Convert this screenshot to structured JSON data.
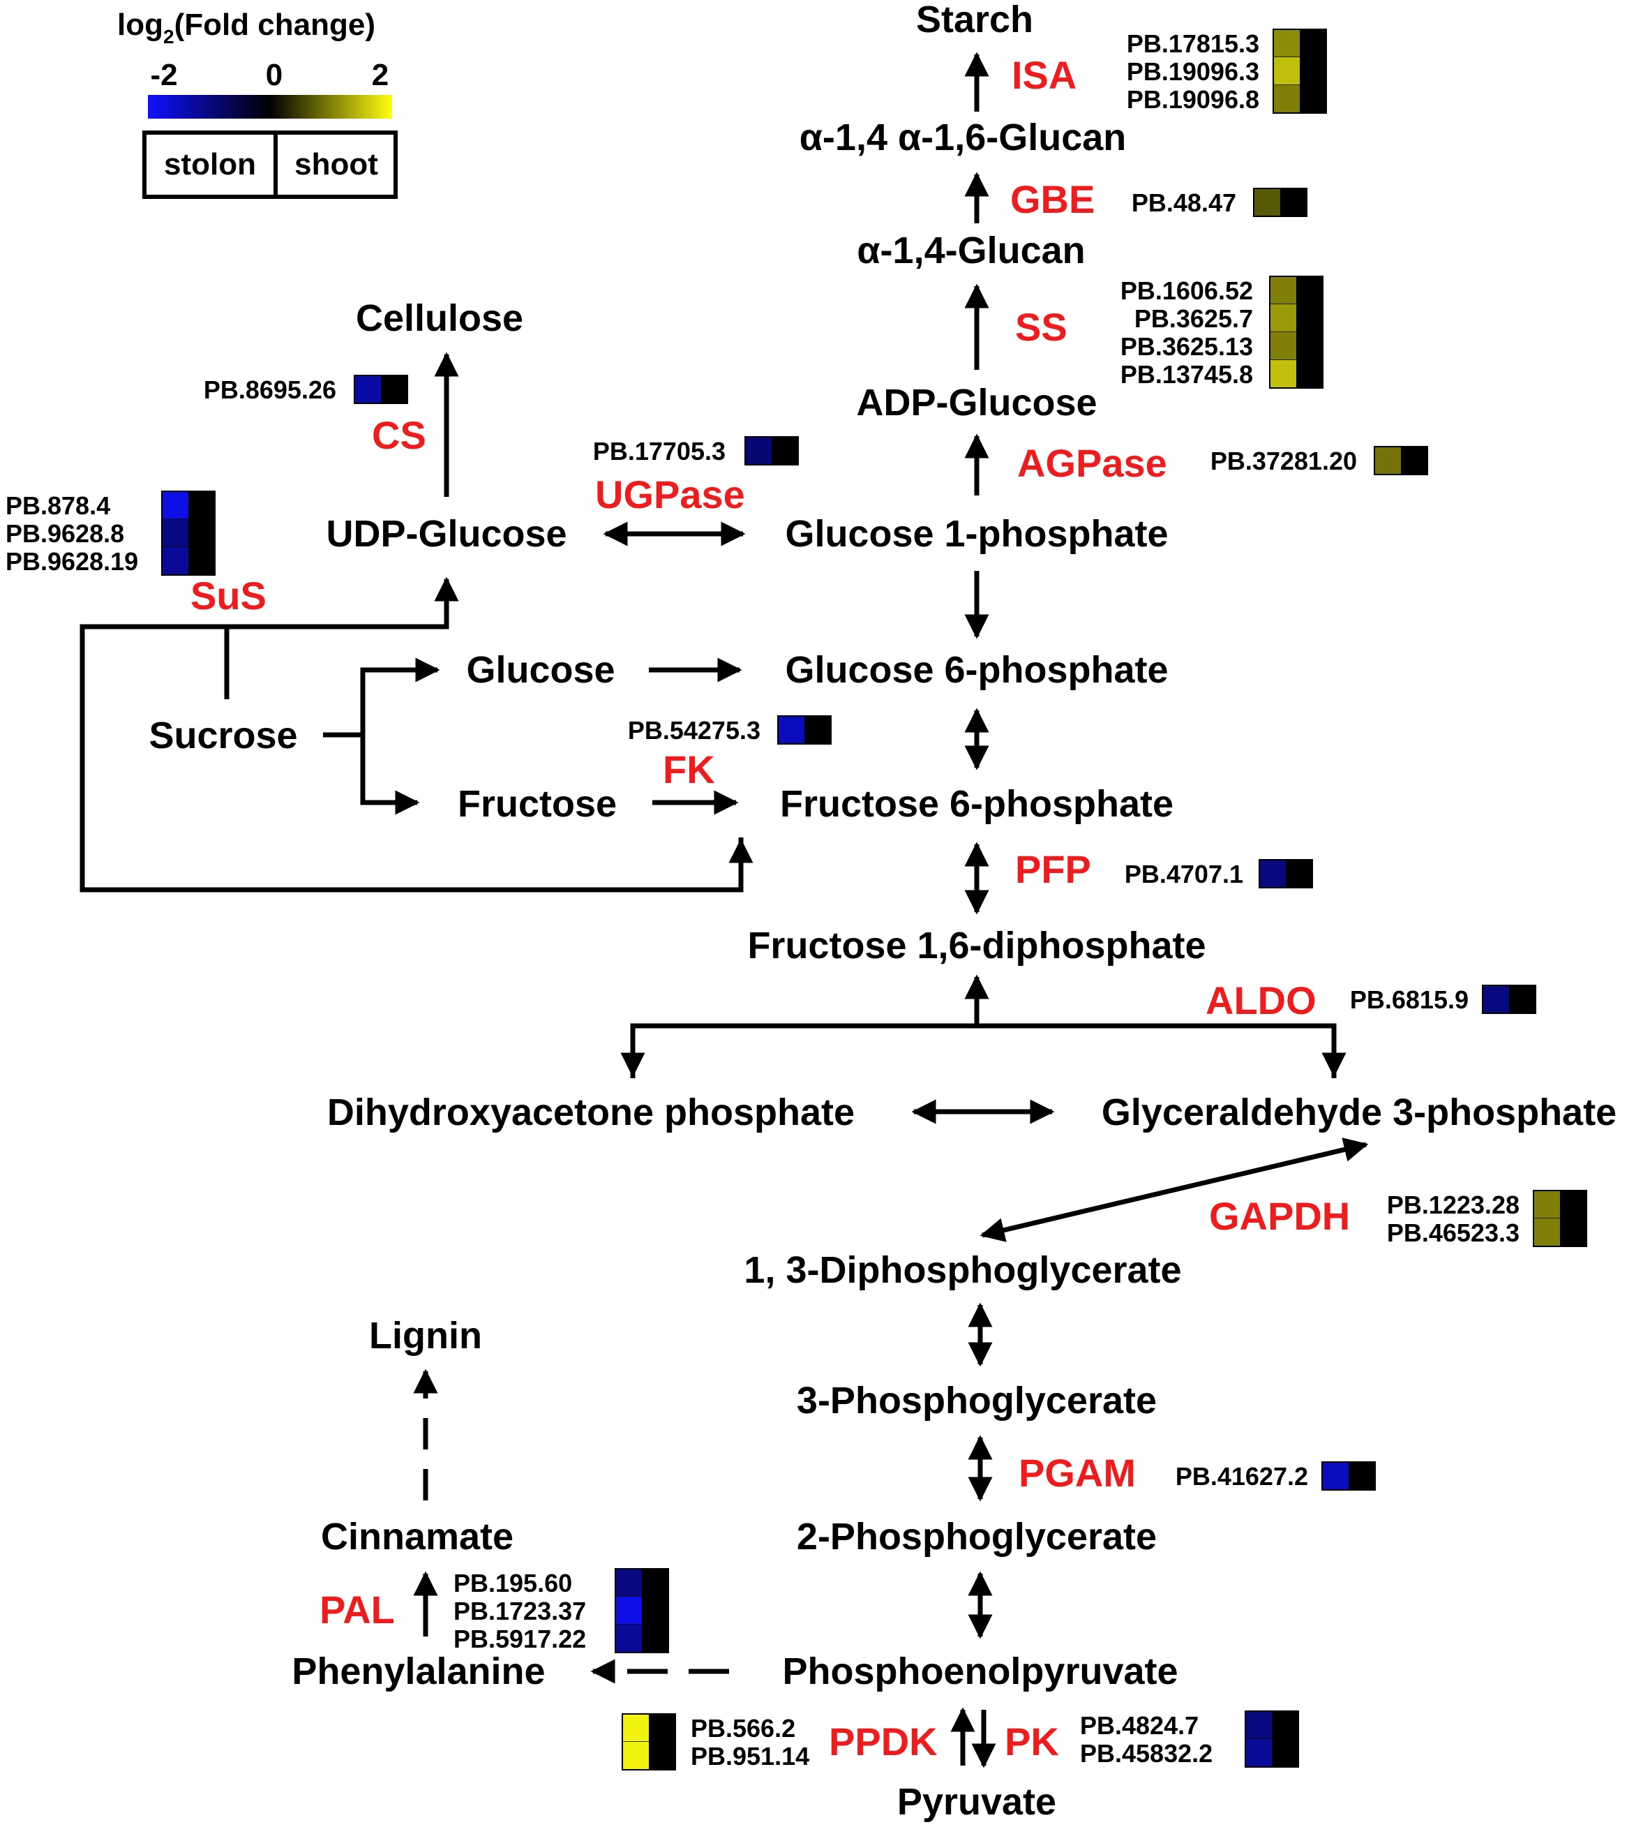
{
  "colors": {
    "line": "#000000",
    "enzyme": "#ee1c1c",
    "low": "#1010ff",
    "mid": "#000000",
    "high": "#ffff10"
  },
  "legend": {
    "title_prefix": "log",
    "title_sub": "2",
    "title_suffix": "(Fold change)",
    "ticks": [
      "-2",
      "0",
      "2"
    ],
    "tissues": [
      "stolon",
      "shoot"
    ]
  },
  "metabolites": {
    "starch": "Starch",
    "glucan16": "α-1,4 α-1,6-Glucan",
    "glucan14": "α-1,4-Glucan",
    "cellulose": "Cellulose",
    "adp_glucose": "ADP-Glucose",
    "udp_glucose": "UDP-Glucose",
    "g1p": "Glucose 1-phosphate",
    "glucose": "Glucose",
    "g6p": "Glucose 6-phosphate",
    "sucrose": "Sucrose",
    "fructose": "Fructose",
    "f6p": "Fructose 6-phosphate",
    "f16dp": "Fructose 1,6-diphosphate",
    "dhap": "Dihydroxyacetone phosphate",
    "g3p": "Glyceraldehyde 3-phosphate",
    "bpg13": "1, 3-Diphosphoglycerate",
    "pg3": "3-Phosphoglycerate",
    "pg2": "2-Phosphoglycerate",
    "pep": "Phosphoenolpyruvate",
    "pyruvate": "Pyruvate",
    "lignin": "Lignin",
    "cinnamate": "Cinnamate",
    "phenylalanine": "Phenylalanine"
  },
  "enzymes": {
    "isa": "ISA",
    "gbe": "GBE",
    "ss": "SS",
    "agpase": "AGPase",
    "cs": "CS",
    "ugpase": "UGPase",
    "sus": "SuS",
    "fk": "FK",
    "pfp": "PFP",
    "aldo": "ALDO",
    "gapdh": "GAPDH",
    "pgam": "PGAM",
    "pal": "PAL",
    "ppdk": "PPDK",
    "pk": "PK"
  },
  "heatmaps": [
    {
      "enzyme": "ISA",
      "genes": [
        {
          "id": "PB.17815.3",
          "stolon": 1.1,
          "shoot": 0
        },
        {
          "id": "PB.19096.3",
          "stolon": 1.5,
          "shoot": 0
        },
        {
          "id": "PB.19096.8",
          "stolon": 1.0,
          "shoot": 0
        }
      ]
    },
    {
      "enzyme": "GBE",
      "genes": [
        {
          "id": "PB.48.47",
          "stolon": 0.7,
          "shoot": 0
        }
      ]
    },
    {
      "enzyme": "SS",
      "genes": [
        {
          "id": "PB.1606.52",
          "stolon": 1.0,
          "shoot": 0
        },
        {
          "id": "PB.3625.7",
          "stolon": 1.2,
          "shoot": 0
        },
        {
          "id": "PB.3625.13",
          "stolon": 1.0,
          "shoot": 0
        },
        {
          "id": "PB.13745.8",
          "stolon": 1.5,
          "shoot": 0
        }
      ]
    },
    {
      "enzyme": "AGPase",
      "genes": [
        {
          "id": "PB.37281.20",
          "stolon": 0.9,
          "shoot": 0
        }
      ]
    },
    {
      "enzyme": "CS",
      "genes": [
        {
          "id": "PB.8695.26",
          "stolon": -1.3,
          "shoot": 0
        }
      ]
    },
    {
      "enzyme": "UGPase",
      "genes": [
        {
          "id": "PB.17705.3",
          "stolon": -0.9,
          "shoot": 0
        }
      ]
    },
    {
      "enzyme": "SuS",
      "genes": [
        {
          "id": "PB.878.4",
          "stolon": -1.8,
          "shoot": 0
        },
        {
          "id": "PB.9628.8",
          "stolon": -1.0,
          "shoot": 0
        },
        {
          "id": "PB.9628.19",
          "stolon": -1.2,
          "shoot": 0
        }
      ]
    },
    {
      "enzyme": "FK",
      "genes": [
        {
          "id": "PB.54275.3",
          "stolon": -1.5,
          "shoot": 0
        }
      ]
    },
    {
      "enzyme": "PFP",
      "genes": [
        {
          "id": "PB.4707.1",
          "stolon": -1.0,
          "shoot": 0
        }
      ]
    },
    {
      "enzyme": "ALDO",
      "genes": [
        {
          "id": "PB.6815.9",
          "stolon": -1.0,
          "shoot": 0
        }
      ]
    },
    {
      "enzyme": "GAPDH",
      "genes": [
        {
          "id": "PB.1223.28",
          "stolon": 1.0,
          "shoot": 0
        },
        {
          "id": "PB.46523.3",
          "stolon": 1.0,
          "shoot": 0
        }
      ]
    },
    {
      "enzyme": "PGAM",
      "genes": [
        {
          "id": "PB.41627.2",
          "stolon": -1.5,
          "shoot": 0
        }
      ]
    },
    {
      "enzyme": "PAL",
      "genes": [
        {
          "id": "PB.195.60",
          "stolon": -1.0,
          "shoot": 0
        },
        {
          "id": "PB.1723.37",
          "stolon": -1.8,
          "shoot": 0
        },
        {
          "id": "PB.5917.22",
          "stolon": -1.2,
          "shoot": 0
        }
      ]
    },
    {
      "enzyme": "PPDK",
      "genes": [
        {
          "id": "PB.566.2",
          "stolon": 1.9,
          "shoot": 0
        },
        {
          "id": "PB.951.14",
          "stolon": 1.9,
          "shoot": 0
        }
      ]
    },
    {
      "enzyme": "PK",
      "genes": [
        {
          "id": "PB.4824.7",
          "stolon": -1.0,
          "shoot": 0
        },
        {
          "id": "PB.45832.2",
          "stolon": -1.2,
          "shoot": 0
        }
      ]
    }
  ]
}
